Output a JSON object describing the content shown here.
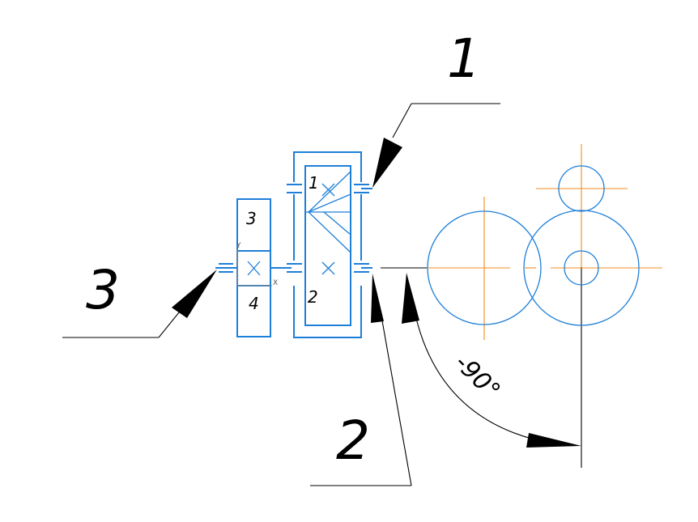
{
  "diagram": {
    "leaders": {
      "label_1": "1",
      "label_2": "2",
      "label_3": "3"
    },
    "gear_labels": {
      "gear_1": "1",
      "gear_2": "2",
      "gear_3": "3",
      "gear_4": "4"
    },
    "axes": {
      "y": "Y",
      "x": "X"
    },
    "angle": "-90°",
    "colors": {
      "gearbox": "#1e7fd8",
      "centerlines": "#f08c1e",
      "annotations": "#000000"
    }
  }
}
